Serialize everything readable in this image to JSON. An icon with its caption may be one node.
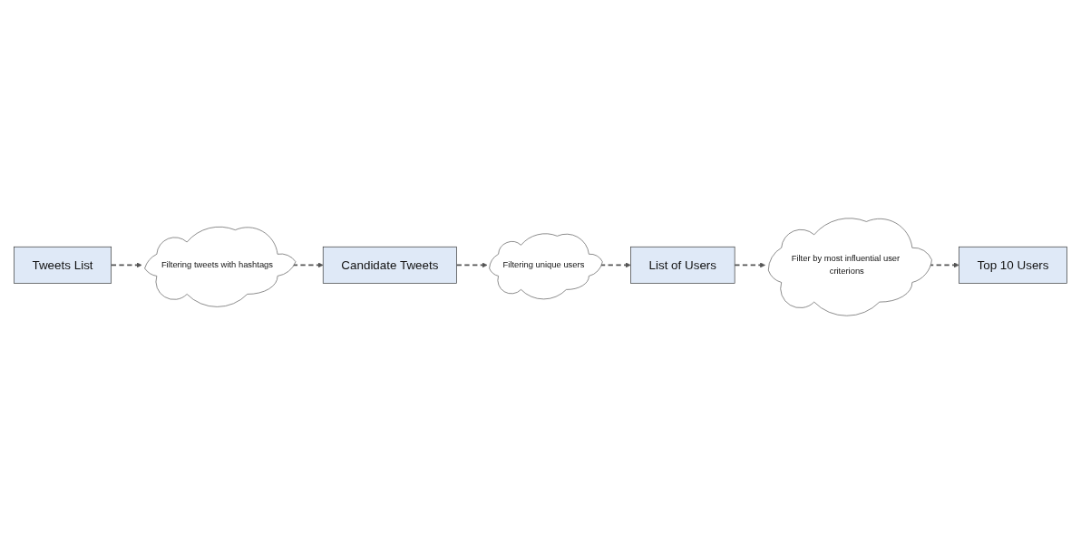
{
  "diagram": {
    "nodes": [
      {
        "text": [
          "Tweets List"
        ]
      },
      {
        "text": [
          "Filtering tweets with hashtags"
        ]
      },
      {
        "text": [
          "Candidate Tweets"
        ]
      },
      {
        "text": [
          "Filtering unique users"
        ]
      },
      {
        "text": [
          "List of Users"
        ]
      },
      {
        "text": [
          "Filter by most influential user criterions"
        ]
      },
      {
        "text": [
          "Top 10 Users"
        ]
      }
    ],
    "edges": [
      {
        "from": 0,
        "to": 1,
        "arrow": "to",
        "style": "dashed"
      },
      {
        "from": 1,
        "to": 2,
        "arrow": "to",
        "style": "dashed"
      },
      {
        "from": 2,
        "to": 3,
        "arrow": "to",
        "style": "dashed"
      },
      {
        "from": 3,
        "to": 4,
        "arrow": "to",
        "style": "dashed"
      },
      {
        "from": 4,
        "to": 5,
        "arrow": "to",
        "style": "dashed"
      },
      {
        "from": 5,
        "to": 6,
        "arrow": "to",
        "style": "dashed"
      }
    ]
  }
}
